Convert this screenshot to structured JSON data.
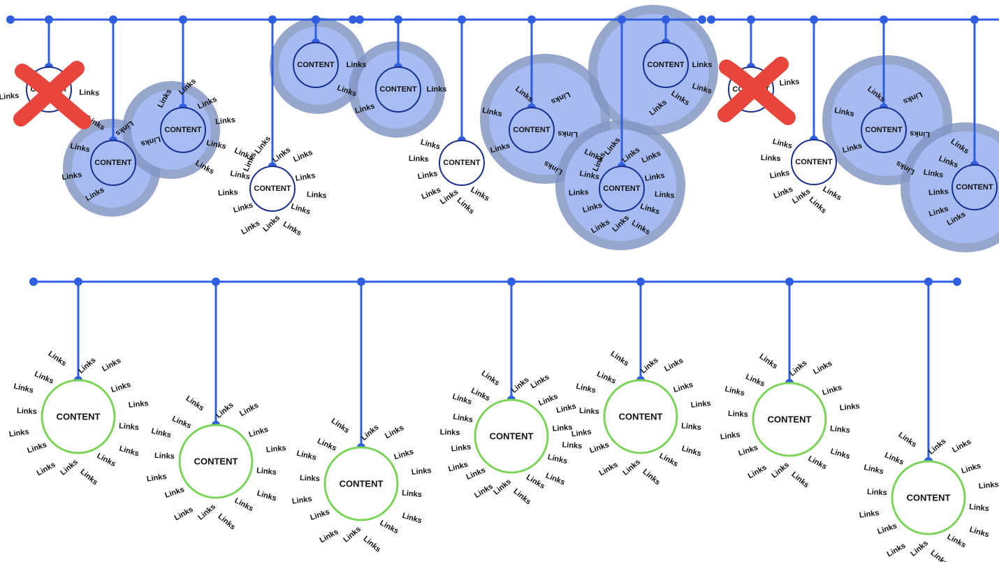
{
  "content_label": "CONTENT",
  "link_label": "Links",
  "colors": {
    "line": "#2f5fe0",
    "halo_outer": "#8496c4",
    "halo_inner": "#a7bcf3",
    "node_stroke_top": "#1b2f8f",
    "node_stroke_bottom": "#7cd35a",
    "cross": "#e8453c",
    "text": "#111111"
  },
  "top_row": {
    "title": "",
    "nodes": [
      {
        "id": "t1",
        "crossed": true,
        "overlapping": false,
        "links": 3
      },
      {
        "id": "t2",
        "crossed": false,
        "overlapping": true,
        "links": 6
      },
      {
        "id": "t3",
        "crossed": false,
        "overlapping": true,
        "links": 6
      },
      {
        "id": "t4",
        "crossed": false,
        "overlapping": false,
        "links": 14
      },
      {
        "id": "t5",
        "crossed": false,
        "overlapping": true,
        "links": 2
      },
      {
        "id": "t6",
        "crossed": false,
        "overlapping": true,
        "links": 2
      },
      {
        "id": "t7",
        "crossed": false,
        "overlapping": false,
        "links": 7
      },
      {
        "id": "t8",
        "crossed": false,
        "overlapping": true,
        "links": 6
      },
      {
        "id": "t9",
        "crossed": false,
        "overlapping": true,
        "links": 4
      },
      {
        "id": "t10",
        "crossed": false,
        "overlapping": true,
        "links": 14
      },
      {
        "id": "t11",
        "crossed": true,
        "overlapping": false,
        "links": 1
      },
      {
        "id": "t12",
        "crossed": false,
        "overlapping": false,
        "links": 7
      },
      {
        "id": "t13",
        "crossed": false,
        "overlapping": true,
        "links": 6
      },
      {
        "id": "t14",
        "crossed": false,
        "overlapping": true,
        "links": 6
      }
    ]
  },
  "bottom_row": {
    "nodes": [
      {
        "id": "b1",
        "links": 16
      },
      {
        "id": "b2",
        "links": 16
      },
      {
        "id": "b3",
        "links": 16
      },
      {
        "id": "b4",
        "links": 20
      },
      {
        "id": "b5",
        "links": 16
      },
      {
        "id": "b6",
        "links": 16
      },
      {
        "id": "b7",
        "links": 16
      }
    ]
  }
}
